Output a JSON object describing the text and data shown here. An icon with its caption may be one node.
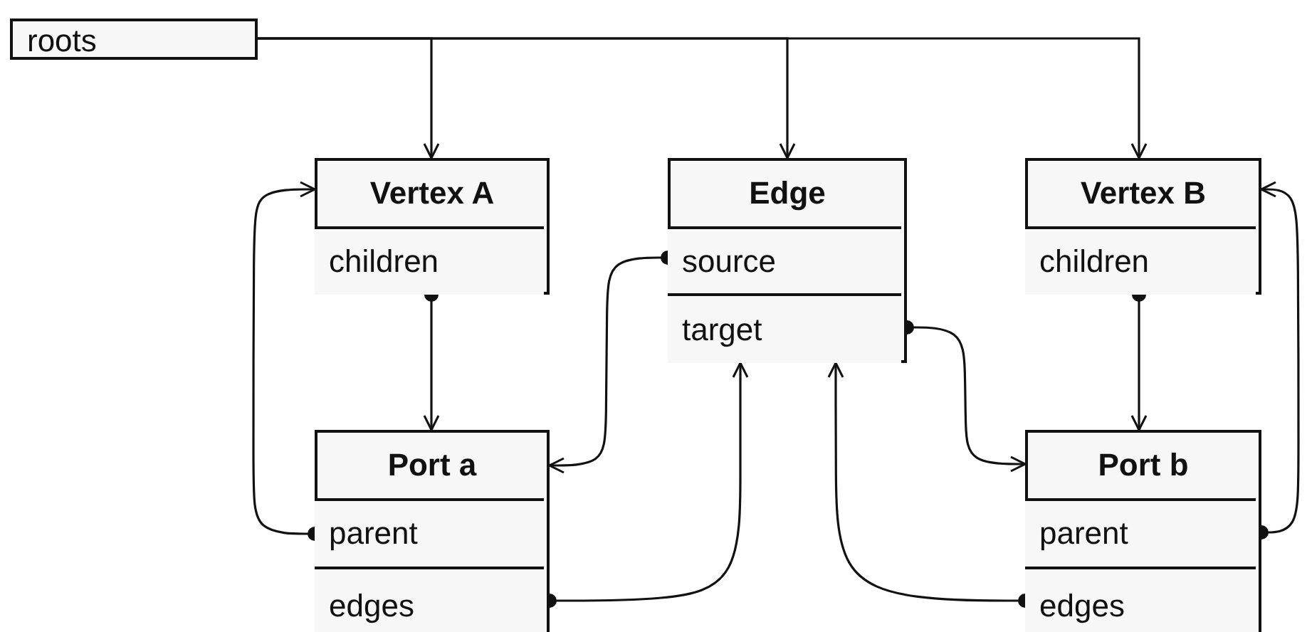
{
  "diagram": {
    "nodes": [
      {
        "text": [
          "roots"
        ]
      },
      {
        "text": [
          "Vertex A"
        ]
      },
      {
        "text": [
          "children"
        ],
        "in": 1
      },
      {
        "text": [
          "Edge"
        ]
      },
      {
        "text": [
          "source"
        ],
        "in": 3
      },
      {
        "text": [
          "target"
        ],
        "in": 3
      },
      {
        "text": [
          "Vertex B"
        ]
      },
      {
        "text": [
          "children"
        ],
        "in": 6
      },
      {
        "text": [
          "Port a"
        ]
      },
      {
        "text": [
          "parent"
        ],
        "in": 8
      },
      {
        "text": [
          "edges"
        ],
        "in": 8
      },
      {
        "text": [
          "Port b"
        ]
      },
      {
        "text": [
          "parent"
        ],
        "in": 11
      },
      {
        "text": [
          "edges"
        ],
        "in": 11
      }
    ],
    "edges": [
      {
        "from": 0,
        "to": 1,
        "arrow": "to"
      },
      {
        "from": 0,
        "to": 3,
        "arrow": "to"
      },
      {
        "from": 0,
        "to": 6,
        "arrow": "to"
      },
      {
        "from": 2,
        "to": 8,
        "arrow": "to"
      },
      {
        "from": 4,
        "to": 8,
        "arrow": "to"
      },
      {
        "from": 5,
        "to": 11,
        "arrow": "to"
      },
      {
        "from": 7,
        "to": 11,
        "arrow": "to"
      },
      {
        "from": 9,
        "to": 1,
        "arrow": "to"
      },
      {
        "from": 10,
        "to": 3,
        "arrow": "to"
      },
      {
        "from": 13,
        "to": 3,
        "arrow": "to"
      },
      {
        "from": 12,
        "to": 6,
        "arrow": "to"
      }
    ]
  }
}
